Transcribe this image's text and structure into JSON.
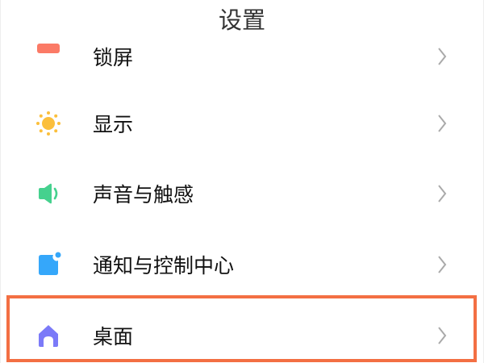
{
  "header": {
    "title": "设置"
  },
  "settings": {
    "items": [
      {
        "label": "锁屏",
        "icon": "lock-screen-icon",
        "color": "#fb7a66"
      },
      {
        "label": "显示",
        "icon": "sun-icon",
        "color": "#fbbf3c"
      },
      {
        "label": "声音与触感",
        "icon": "speaker-icon",
        "color": "#45d18e"
      },
      {
        "label": "通知与控制中心",
        "icon": "notification-icon",
        "color": "#35a7fa"
      },
      {
        "label": "桌面",
        "icon": "home-icon",
        "color": "#7b7af8"
      }
    ]
  },
  "highlight": {
    "target": "桌面",
    "color": "#f36f43"
  }
}
